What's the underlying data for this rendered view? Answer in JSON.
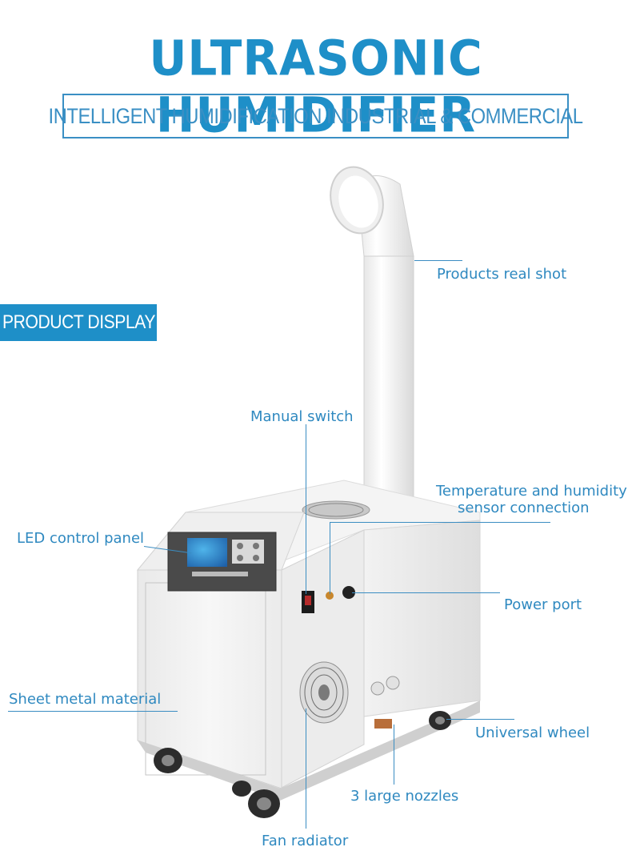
{
  "header": {
    "title": "ULTRASONIC HUMIDIFIER",
    "subtitle": "INTELLIGENT HUMIDIFICATION  INDUSTRIAL & COMMERCIAL"
  },
  "badge": {
    "label": "PRODUCT DISPLAY"
  },
  "callouts": {
    "real_shot": "Products real shot",
    "manual_switch": "Manual switch",
    "temp_line1": "Temperature and humidity",
    "temp_line2": "sensor connection",
    "led_panel": "LED control panel",
    "power_port": "Power port",
    "sheet_metal": "Sheet metal material",
    "universal_wheel": "Universal wheel",
    "nozzles": "3 large nozzles",
    "fan_radiator": "Fan radiator"
  },
  "colors": {
    "accent": "#1e8fc8",
    "label": "#2f89c0"
  }
}
